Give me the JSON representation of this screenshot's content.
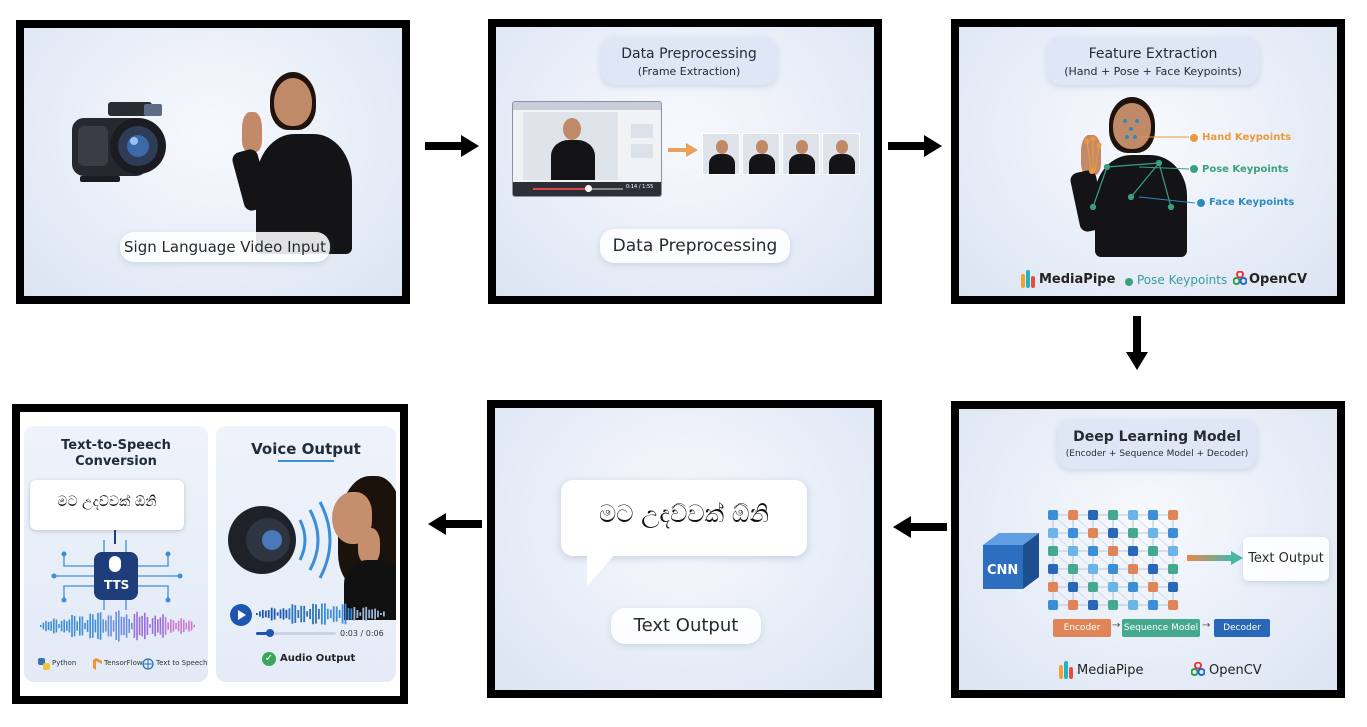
{
  "panel1": {
    "caption": "Sign Language Video Input"
  },
  "panel2": {
    "title": "Data Preprocessing",
    "subtitle": "(Frame Extraction)",
    "caption": "Data Preprocessing",
    "timestamp": "0:14 / 1:55"
  },
  "panel3": {
    "title": "Feature Extraction",
    "subtitle": "(Hand + Pose + Face Keypoints)",
    "labels": {
      "hand": "Hand Keypoints",
      "pose": "Pose Keypoints",
      "face": "Face Keypoints"
    },
    "footer": {
      "mediapipe": "MediaPipe",
      "pose": "Pose Keypoints",
      "opencv": "OpenCV"
    },
    "colors": {
      "hand": "#e99a3c",
      "pose": "#3aa07f",
      "face": "#2b8ac0"
    }
  },
  "panel4": {
    "title": "Deep Learning Model",
    "subtitle": "(Encoder + Sequence Model + Decoder)",
    "cnn": "CNN",
    "output": "Text Output",
    "blocks": {
      "encoder": "Encoder",
      "sequence": "Sequence Model",
      "decoder": "Decoder"
    },
    "footer": {
      "mediapipe": "MediaPipe",
      "opencv": "OpenCV"
    }
  },
  "panel5": {
    "bubble": "මට උදව්වක් ඕනි",
    "caption": "Text Output"
  },
  "panel6": {
    "tts_title": "Text-to-Speech Conversion",
    "bubble": "මට උදව්වක් ඕනි",
    "chip": "TTS",
    "logos": {
      "python": "Python",
      "tensorflow": "TensorFlow",
      "tts": "Text to Speech"
    },
    "voice_title": "Voice Output",
    "time": "0:03 / 0:06",
    "audio": "Audio Output"
  }
}
